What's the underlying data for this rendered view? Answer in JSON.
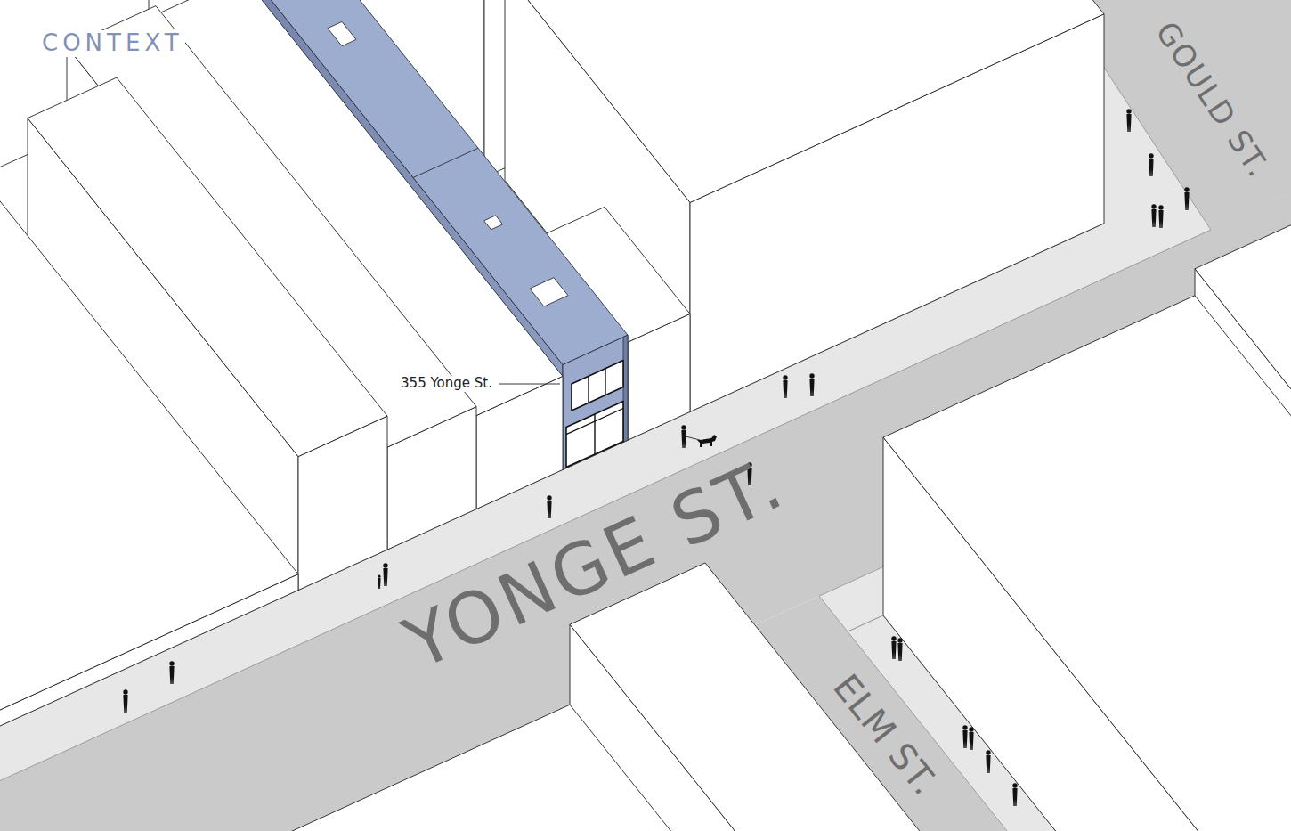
{
  "diagram": {
    "title": "CONTEXT",
    "labels": [
      "355 Yonge St.",
      "YONGE ST.",
      "ELM ST.",
      "GOULD ST."
    ]
  }
}
